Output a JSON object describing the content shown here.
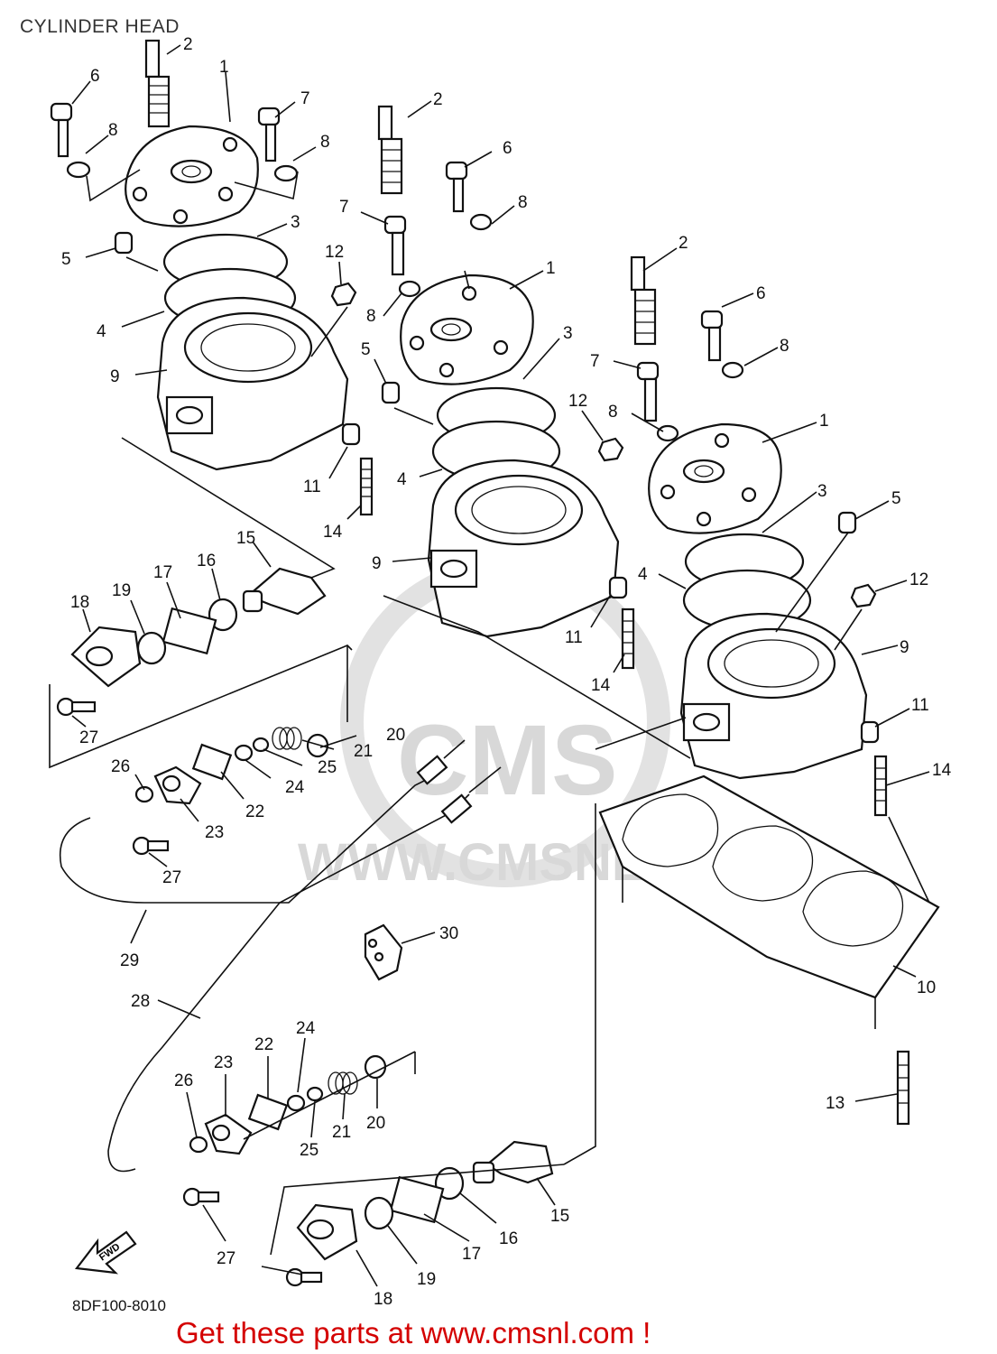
{
  "diagram_title": "CYLINDER HEAD",
  "drawing_code": "8DF100-8010",
  "promo_text": "Get these parts at www.cmsnl.com !",
  "watermark": {
    "logo": "CMS",
    "url": "WWW.CMSNL.COM"
  },
  "fwd_arrow_label": "FWD",
  "callouts": [
    {
      "id": "c1",
      "label": "2"
    },
    {
      "id": "c2",
      "label": "1"
    },
    {
      "id": "c3",
      "label": "6"
    },
    {
      "id": "c4",
      "label": "8"
    },
    {
      "id": "c5",
      "label": "7"
    },
    {
      "id": "c6",
      "label": "8"
    },
    {
      "id": "c7",
      "label": "5"
    },
    {
      "id": "c8",
      "label": "3"
    },
    {
      "id": "c9",
      "label": "4"
    },
    {
      "id": "c10",
      "label": "12"
    },
    {
      "id": "c11",
      "label": "9"
    },
    {
      "id": "c12",
      "label": "11"
    },
    {
      "id": "c13",
      "label": "14"
    },
    {
      "id": "c14",
      "label": "2"
    },
    {
      "id": "c15",
      "label": "6"
    },
    {
      "id": "c16",
      "label": "7"
    },
    {
      "id": "c17",
      "label": "8"
    },
    {
      "id": "c18",
      "label": "1"
    },
    {
      "id": "c19",
      "label": "8"
    },
    {
      "id": "c20",
      "label": "5"
    },
    {
      "id": "c21",
      "label": "3"
    },
    {
      "id": "c22",
      "label": "12"
    },
    {
      "id": "c23",
      "label": "8"
    },
    {
      "id": "c24",
      "label": "4"
    },
    {
      "id": "c25",
      "label": "9"
    },
    {
      "id": "c26",
      "label": "11"
    },
    {
      "id": "c27",
      "label": "14"
    },
    {
      "id": "c28",
      "label": "2"
    },
    {
      "id": "c29",
      "label": "6"
    },
    {
      "id": "c30",
      "label": "7"
    },
    {
      "id": "c31",
      "label": "8"
    },
    {
      "id": "c32",
      "label": "1"
    },
    {
      "id": "c33",
      "label": "3"
    },
    {
      "id": "c34",
      "label": "5"
    },
    {
      "id": "c35",
      "label": "4"
    },
    {
      "id": "c36",
      "label": "12"
    },
    {
      "id": "c37",
      "label": "9"
    },
    {
      "id": "c38",
      "label": "11"
    },
    {
      "id": "c39",
      "label": "14"
    },
    {
      "id": "c40",
      "label": "15"
    },
    {
      "id": "c41",
      "label": "16"
    },
    {
      "id": "c42",
      "label": "17"
    },
    {
      "id": "c43",
      "label": "19"
    },
    {
      "id": "c44",
      "label": "18"
    },
    {
      "id": "c45",
      "label": "27"
    },
    {
      "id": "c46",
      "label": "20"
    },
    {
      "id": "c47",
      "label": "21"
    },
    {
      "id": "c48",
      "label": "25"
    },
    {
      "id": "c49",
      "label": "24"
    },
    {
      "id": "c50",
      "label": "22"
    },
    {
      "id": "c51",
      "label": "26"
    },
    {
      "id": "c52",
      "label": "23"
    },
    {
      "id": "c53",
      "label": "27"
    },
    {
      "id": "c54",
      "label": "29"
    },
    {
      "id": "c55",
      "label": "30"
    },
    {
      "id": "c56",
      "label": "10"
    },
    {
      "id": "c57",
      "label": "28"
    },
    {
      "id": "c58",
      "label": "24"
    },
    {
      "id": "c59",
      "label": "22"
    },
    {
      "id": "c60",
      "label": "23"
    },
    {
      "id": "c61",
      "label": "26"
    },
    {
      "id": "c62",
      "label": "20"
    },
    {
      "id": "c63",
      "label": "21"
    },
    {
      "id": "c64",
      "label": "25"
    },
    {
      "id": "c65",
      "label": "13"
    },
    {
      "id": "c66",
      "label": "15"
    },
    {
      "id": "c67",
      "label": "16"
    },
    {
      "id": "c68",
      "label": "17"
    },
    {
      "id": "c69",
      "label": "19"
    },
    {
      "id": "c70",
      "label": "27"
    },
    {
      "id": "c71",
      "label": "18"
    }
  ]
}
